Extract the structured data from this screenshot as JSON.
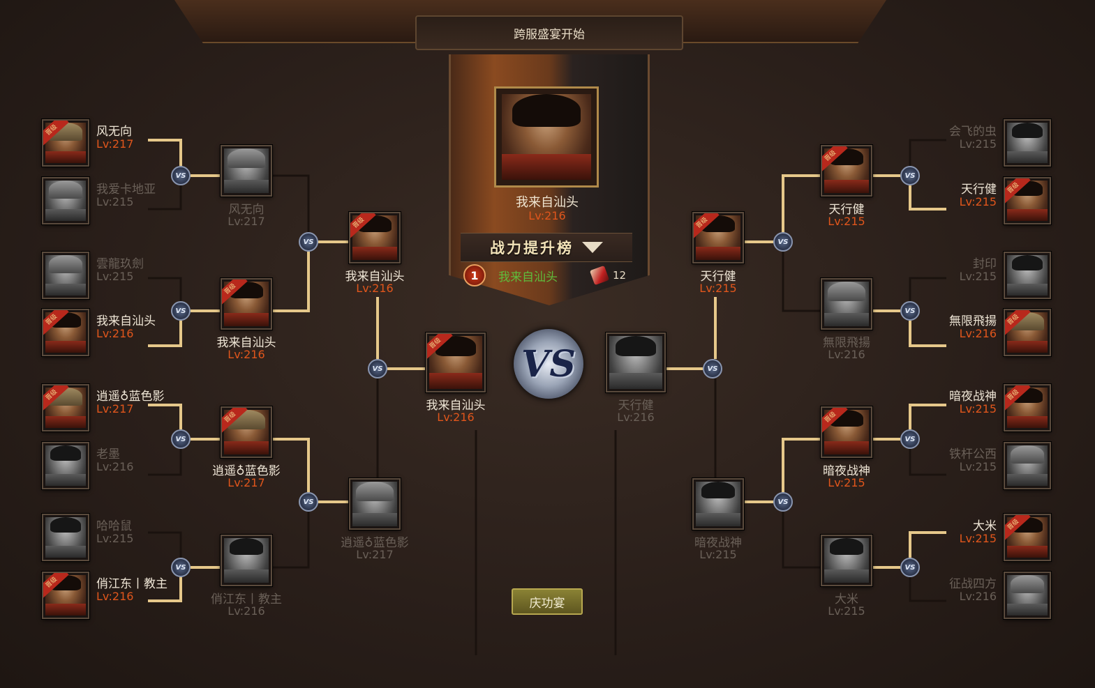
{
  "header": {
    "title": "跨服盛宴开始"
  },
  "champion": {
    "name": "我来自汕头",
    "level": "Lv:216"
  },
  "ranking": {
    "title": "战力提升榜",
    "entry": {
      "rank": "1",
      "name": "我来自汕头",
      "count": "12"
    }
  },
  "ribbon_text": "晋级",
  "vs_label": "VS",
  "center_vs_label": "VS",
  "feast_button": {
    "label": "庆功宴"
  },
  "players": {
    "L1": {
      "name": "风无向",
      "level": "Lv:217"
    },
    "L2": {
      "name": "我爱卡地亚",
      "level": "Lv:215"
    },
    "L3": {
      "name": "雲龍玖劍",
      "level": "Lv:215"
    },
    "L4": {
      "name": "我来自汕头",
      "level": "Lv:216"
    },
    "L5": {
      "name": "逍遥♁蓝色影",
      "level": "Lv:217"
    },
    "L6": {
      "name": "老墨",
      "level": "Lv:216"
    },
    "L7": {
      "name": "哈哈鼠",
      "level": "Lv:215"
    },
    "L8": {
      "name": "俏江东丨教主",
      "level": "Lv:216"
    },
    "LQ1": {
      "name": "风无向",
      "level": "Lv:217"
    },
    "LQ2": {
      "name": "我来自汕头",
      "level": "Lv:216"
    },
    "LQ3": {
      "name": "逍遥♁蓝色影",
      "level": "Lv:217"
    },
    "LQ4": {
      "name": "俏江东丨教主",
      "level": "Lv:216"
    },
    "LS1": {
      "name": "我来自汕头",
      "level": "Lv:216"
    },
    "LS2": {
      "name": "逍遥♁蓝色影",
      "level": "Lv:217"
    },
    "LF": {
      "name": "我来自汕头",
      "level": "Lv:216"
    },
    "R1": {
      "name": "会飞的虫",
      "level": "Lv:215"
    },
    "R2": {
      "name": "天行健",
      "level": "Lv:215"
    },
    "R3": {
      "name": "封印",
      "level": "Lv:215"
    },
    "R4": {
      "name": "無限飛揚",
      "level": "Lv:216"
    },
    "R5": {
      "name": "暗夜战神",
      "level": "Lv:215"
    },
    "R6": {
      "name": "铁杆公西",
      "level": "Lv:215"
    },
    "R7": {
      "name": "大米",
      "level": "Lv:215"
    },
    "R8": {
      "name": "征战四方",
      "level": "Lv:216"
    },
    "RQ1": {
      "name": "天行健",
      "level": "Lv:215"
    },
    "RQ2": {
      "name": "無限飛揚",
      "level": "Lv:216"
    },
    "RQ3": {
      "name": "暗夜战神",
      "level": "Lv:215"
    },
    "RQ4": {
      "name": "大米",
      "level": "Lv:215"
    },
    "RS1": {
      "name": "天行健",
      "level": "Lv:215"
    },
    "RS2": {
      "name": "暗夜战神",
      "level": "Lv:215"
    },
    "RF": {
      "name": "天行健",
      "level": "Lv:216"
    }
  },
  "colors": {
    "winner_name": "#efe6d6",
    "winner_level": "#e0561c",
    "loser_text": "#6a6058",
    "rank_name": "#5ebc3c",
    "bracket_line_active": "#e6c88a",
    "bracket_line_inactive": "#1a120e"
  }
}
